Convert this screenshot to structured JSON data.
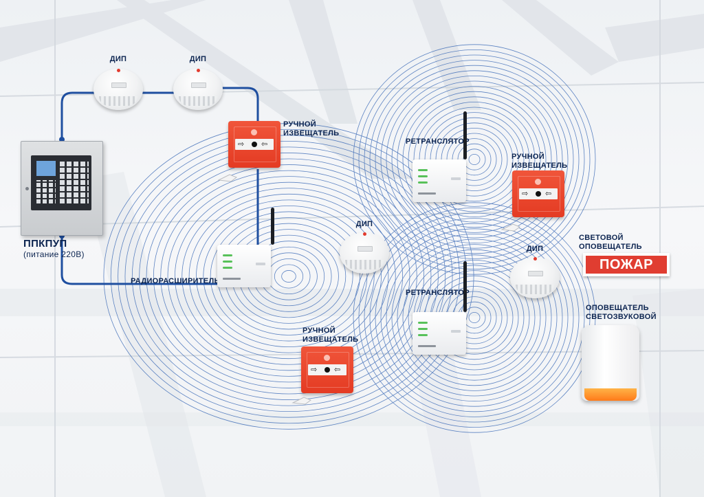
{
  "labels": {
    "panel_title": "ППКПУП",
    "panel_sub": "(питание 220В)",
    "dip_1": "ДИП",
    "dip_2": "ДИП",
    "manual_1": "РУЧНОЙ\nИЗВЕЩАТЕЛЬ",
    "repeater_1": "РЕТРАНСЛЯТОР",
    "manual_2": "РУЧНОЙ\nИЗВЕЩАТЕЛЬ",
    "dip_3": "ДИП",
    "radio_expander": "РАДИОРАСШИРИТЕЛЬ",
    "light_alarm": "СВЕТОВОЙ\nОПОВЕЩАТЕЛЬ",
    "dip_4": "ДИП",
    "repeater_2": "РЕТРАНСЛЯТОР",
    "siren": "ОПОВЕЩАТЕЛЬ\nСВЕТОЗВУКОВОЙ",
    "manual_3": "РУЧНОЙ\nИЗВЕЩАТЕЛЬ",
    "fire_sign": "ПОЖАР"
  },
  "colors": {
    "cable": "#1f4fa0",
    "wave": "#2a5db0",
    "label": "#0c2450",
    "call_point": "#e8432a",
    "sign": "#e03d31"
  },
  "icons": [
    "smoke-detector-icon",
    "manual-call-point-icon",
    "repeater-icon",
    "radio-expander-icon",
    "control-panel-icon",
    "light-sign-icon",
    "siren-icon"
  ]
}
